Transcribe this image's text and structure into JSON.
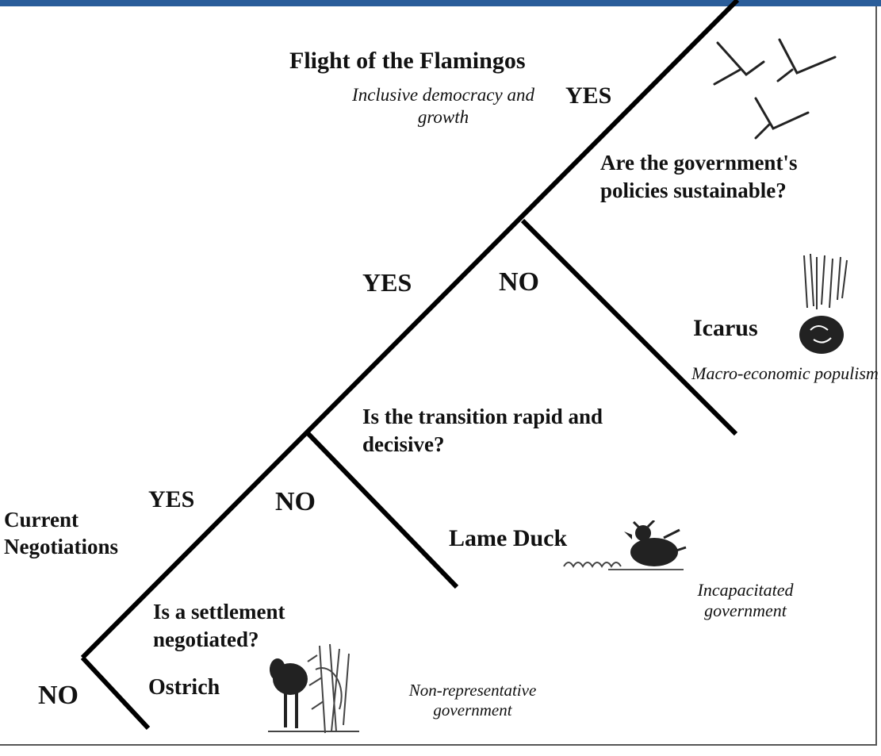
{
  "diagram": {
    "start_label": "Current Negotiations",
    "branch_labels": {
      "yes_1": "YES",
      "no_1": "NO",
      "yes_2": "YES",
      "no_2": "NO",
      "yes_3": "YES",
      "no_3": "NO"
    },
    "questions": {
      "q1": "Is a settlement negotiated?",
      "q2": "Is the transition rapid and decisive?",
      "q3": "Are the government's policies sustainable?"
    },
    "outcomes": {
      "ostrich": {
        "name": "Ostrich",
        "description": "Non-representative government",
        "icon": "ostrich-icon"
      },
      "lame_duck": {
        "name": "Lame Duck",
        "description": "Incapacitated government",
        "icon": "duck-icon"
      },
      "icarus": {
        "name": "Icarus",
        "description": "Macro-economic populism",
        "icon": "icarus-icon"
      },
      "flamingos": {
        "name": "Flight of the Flamingos",
        "description": "Inclusive democracy and growth",
        "icon": "flamingos-icon"
      }
    },
    "colors": {
      "line": "#000000",
      "top_bar": "#2a5d9a",
      "frame": "#555555"
    }
  }
}
